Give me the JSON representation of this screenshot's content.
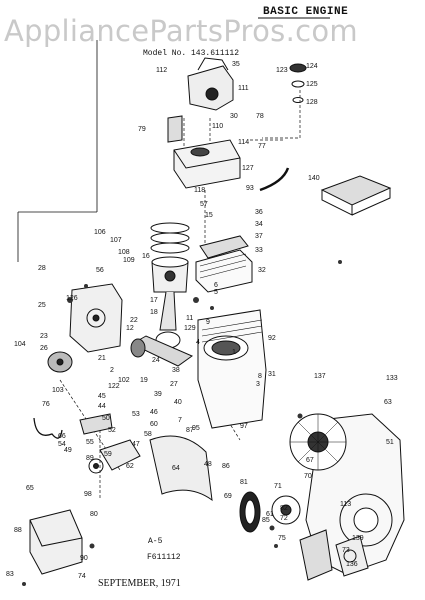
{
  "watermark": "AppliancePartsPros.com",
  "title": "BASIC ENGINE",
  "model_line": "Model No. 143.611112",
  "figure_id": "A-5",
  "figure_number": "F611112",
  "date": "SEPTEMBER, 1971",
  "callouts": [
    "112",
    "35",
    "111",
    "123",
    "124",
    "125",
    "128",
    "79",
    "30",
    "110",
    "78",
    "114",
    "77",
    "127",
    "140",
    "93",
    "118",
    "57",
    "15",
    "36",
    "34",
    "37",
    "33",
    "106",
    "107",
    "108",
    "109",
    "56",
    "16",
    "32",
    "28",
    "6",
    "5",
    "126",
    "25",
    "17",
    "18",
    "9",
    "11",
    "23",
    "26",
    "22",
    "12",
    "129",
    "4",
    "104",
    "19",
    "24",
    "92",
    "1",
    "21",
    "103",
    "2",
    "102",
    "133",
    "38",
    "27",
    "122",
    "8",
    "3",
    "31",
    "137",
    "76",
    "45",
    "44",
    "50",
    "39",
    "53",
    "46",
    "40",
    "7",
    "95",
    "87",
    "97",
    "63",
    "66",
    "54",
    "55",
    "52",
    "47",
    "51",
    "60",
    "58",
    "59",
    "48",
    "64",
    "62",
    "49",
    "89",
    "86",
    "67",
    "70",
    "69",
    "65",
    "98",
    "80",
    "81",
    "61",
    "71",
    "82",
    "72",
    "85",
    "113",
    "88",
    "75",
    "139",
    "73",
    "83",
    "136",
    "74",
    "90"
  ]
}
